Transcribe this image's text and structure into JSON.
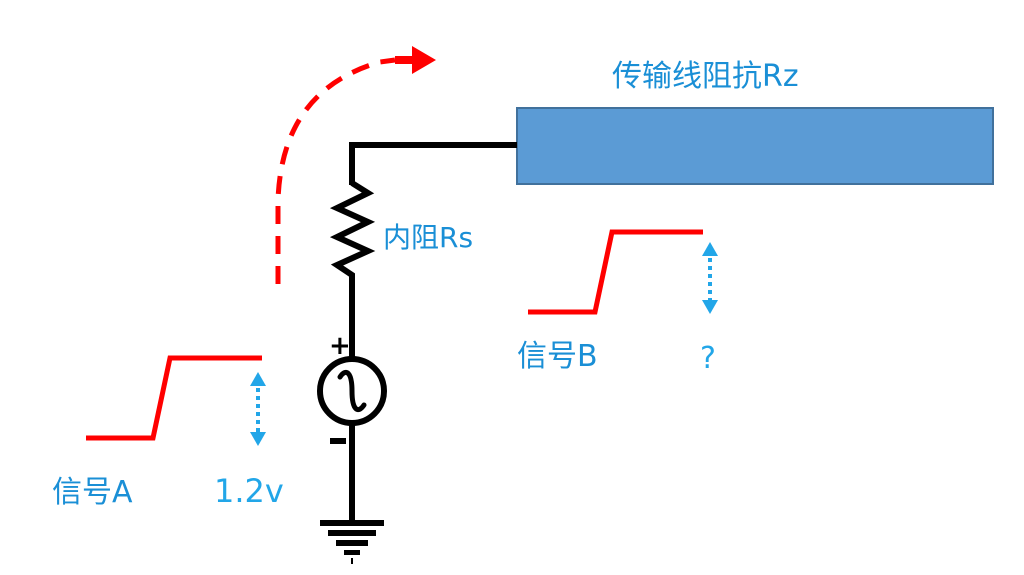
{
  "diagram": {
    "transmission_line": {
      "label": "传输线阻抗Rz",
      "fill": "#5b9bd5",
      "stroke": "#41719c"
    },
    "internal_resistor": {
      "label": "内阻Rs"
    },
    "source": {
      "plus_symbol": "+",
      "minus_symbol": "−"
    },
    "signal_a": {
      "label": "信号A",
      "amplitude_label": "1.2v"
    },
    "signal_b": {
      "label": "信号B",
      "amplitude_label": "?"
    },
    "colors": {
      "wire": "#000000",
      "signal": "#ff0000",
      "label": "#1a8fd6",
      "arrow_dotted": "#22a6e8"
    }
  }
}
